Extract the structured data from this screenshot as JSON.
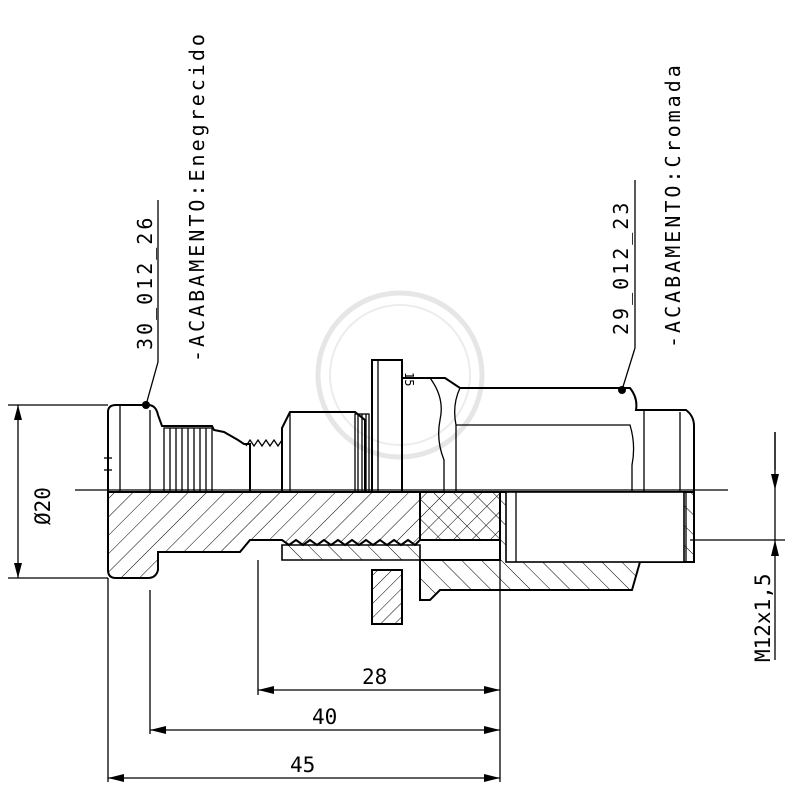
{
  "drawing": {
    "parts": [
      {
        "code": "30_012_26",
        "finish": "-ACABAMENTO:Enegrecido"
      },
      {
        "code": "29_012_23",
        "finish": "-ACABAMENTO:Cromada"
      }
    ],
    "dimensions": {
      "diameter": "Ø20",
      "thread": "M12x1,5",
      "len_28": "28",
      "len_40": "40",
      "len_45": "45"
    },
    "wrench_mark": "15"
  }
}
